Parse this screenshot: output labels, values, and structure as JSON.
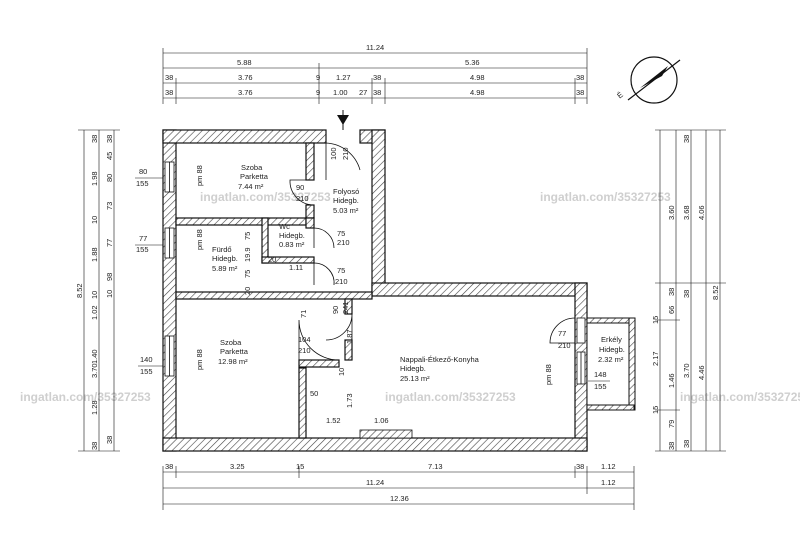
{
  "watermark": "ingatlan.com/35327253",
  "compass": {
    "label": "É"
  },
  "rooms": [
    {
      "id": "szoba1",
      "name": "Szoba",
      "floor": "Parketta",
      "area": "7.44 m²"
    },
    {
      "id": "folyoso",
      "name": "Folyosó",
      "floor": "Hidegb.",
      "area": "5.03 m²"
    },
    {
      "id": "wc",
      "name": "Wc",
      "floor": "Hidegb.",
      "area": "0.83 m²"
    },
    {
      "id": "furdo",
      "name": "Fürdő",
      "floor": "Hidegb.",
      "area": "5.89 m²"
    },
    {
      "id": "szoba2",
      "name": "Szoba",
      "floor": "Parketta",
      "area": "12.98 m²"
    },
    {
      "id": "nappali",
      "name": "Nappali-Étkező-Konyha",
      "floor": "Hidegb.",
      "area": "25.13 m²"
    },
    {
      "id": "erkely",
      "name": "Erkély",
      "floor": "Hidegb.",
      "area": "2.32 m²"
    }
  ],
  "dimensions": {
    "top": {
      "row1": [
        "11.24"
      ],
      "row2": [
        "5.88",
        "5.36"
      ],
      "row3": [
        "38",
        "3.76",
        "9",
        "1.27",
        "38",
        "4.98",
        "38"
      ],
      "row4": [
        "38",
        "3.76",
        "9",
        "1.00",
        "27",
        "38",
        "4.98",
        "38"
      ]
    },
    "bottom": {
      "row1": [
        "38",
        "3.25",
        "15",
        "7.13",
        "38",
        "1.12"
      ],
      "row2": [
        "11.24",
        "1.12"
      ],
      "row3": [
        "12.36"
      ]
    },
    "left": {
      "outer": "8.52",
      "inner": [
        "38",
        "1.98",
        "10",
        "1.88",
        "10",
        "1.02",
        "1.40",
        "1.28",
        "38"
      ],
      "fine": [
        "38",
        "45",
        "80",
        "73",
        "77",
        "98",
        "10",
        "3.70",
        "10",
        "38"
      ]
    },
    "right": {
      "outer": [
        "4.06",
        "8.52",
        "4.46"
      ],
      "mid": [
        "3.68",
        "3.70"
      ],
      "inner": [
        "38",
        "3.60",
        "38",
        "66",
        "2.17",
        "1.46",
        "79",
        "38"
      ],
      "misc": [
        "38",
        "38",
        "15",
        "15",
        "38"
      ]
    }
  },
  "openings": {
    "window_w1": {
      "w": "80",
      "h": "155"
    },
    "window_w2": {
      "w": "77",
      "h": "155"
    },
    "window_w3": {
      "w": "140",
      "h": "155"
    },
    "window_w4": {
      "w": "148",
      "h": "155"
    },
    "balcony_door": {
      "w": "77",
      "h": "210"
    },
    "door_folyoso_top": {
      "w": "100",
      "h": "210"
    },
    "door_szoba1": {
      "w": "90",
      "h": "210"
    },
    "door_wc": {
      "w": "75",
      "h": "210"
    },
    "door_furdo": {
      "w": "75",
      "h": "210"
    },
    "door_szoba2": {
      "w": "104",
      "h": "210"
    },
    "door_nappali": {
      "w": "90",
      "h": "241"
    },
    "pm_labels": [
      "pm 88",
      "pm 88",
      "pm 88",
      "pm 88"
    ],
    "misc": [
      "1.11",
      "19.9",
      "20",
      "1.52",
      "1.06",
      "50",
      "71",
      "1.87",
      "1.73",
      "10",
      "75",
      "20",
      "75"
    ]
  }
}
